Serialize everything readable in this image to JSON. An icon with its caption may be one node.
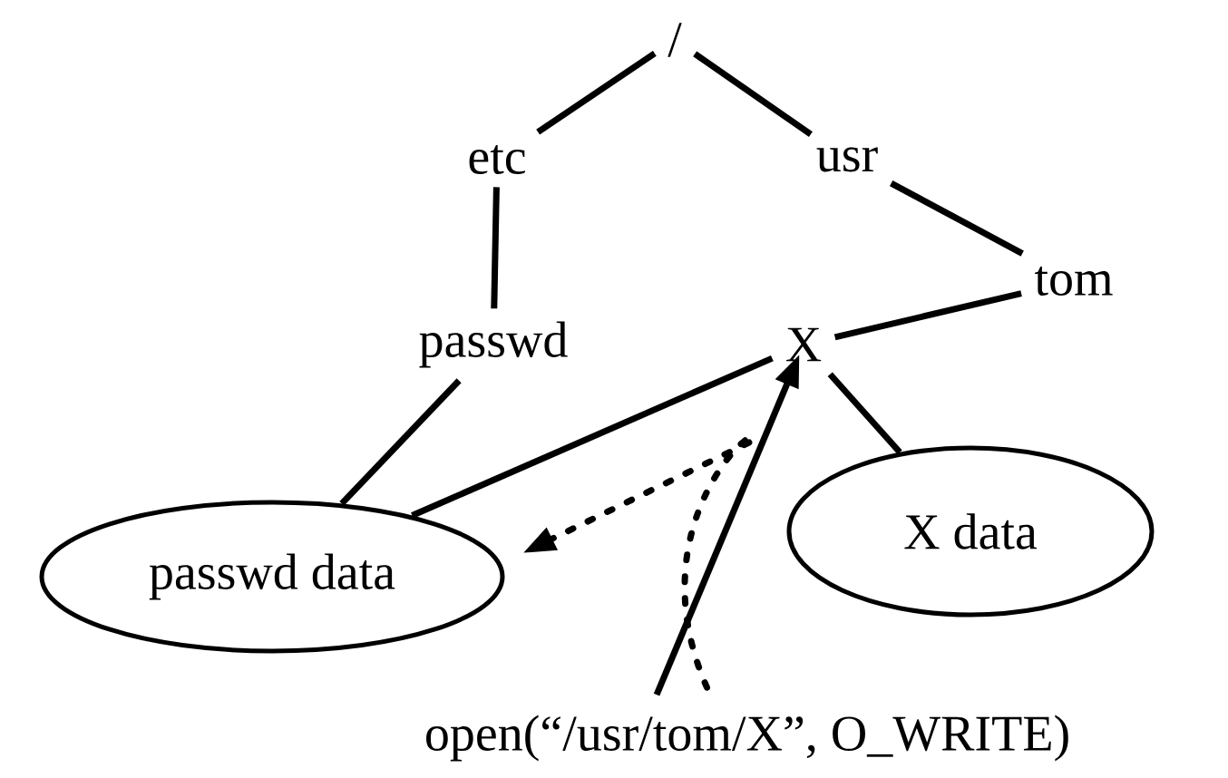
{
  "diagram": {
    "nodes": [
      {
        "text": [
          "/"
        ]
      },
      {
        "text": [
          "etc"
        ]
      },
      {
        "text": [
          "usr"
        ]
      },
      {
        "text": [
          "passwd"
        ]
      },
      {
        "text": [
          "tom"
        ]
      },
      {
        "text": [
          "X"
        ]
      },
      {
        "text": [
          "passwd data"
        ]
      },
      {
        "text": [
          "X data"
        ]
      },
      {
        "text": [
          "open(“/usr/tom/X”, O_WRITE)"
        ]
      }
    ],
    "edges": [
      {
        "from": 0,
        "to": 1,
        "arrow": "none"
      },
      {
        "from": 0,
        "to": 2,
        "arrow": "none"
      },
      {
        "from": 1,
        "to": 3,
        "arrow": "none"
      },
      {
        "from": 2,
        "to": 4,
        "arrow": "none"
      },
      {
        "from": 4,
        "to": 5,
        "arrow": "none"
      },
      {
        "from": 3,
        "to": 6,
        "arrow": "none"
      },
      {
        "from": 5,
        "to": 7,
        "arrow": "none"
      },
      {
        "from": 5,
        "to": 6,
        "arrow": "none"
      },
      {
        "from": 8,
        "to": 5,
        "arrow": "to"
      },
      {
        "from": 8,
        "to": 6,
        "arrow": "to",
        "style": "dashed"
      }
    ]
  }
}
